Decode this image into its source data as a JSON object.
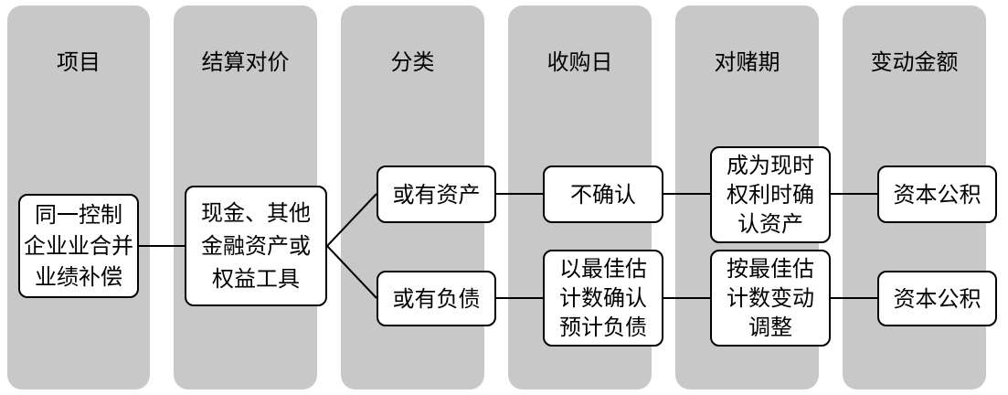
{
  "columns": [
    {
      "header": "项目"
    },
    {
      "header": "结算对价"
    },
    {
      "header": "分类"
    },
    {
      "header": "收购日"
    },
    {
      "header": "对赌期"
    },
    {
      "header": "变动金额"
    }
  ],
  "nodes": {
    "item": "同一控制\n企业业合并\n业绩补偿",
    "consideration": "现金、其他\n金融资产或\n权益工具",
    "contingent_asset": "或有资产",
    "contingent_liability": "或有负债",
    "not_recognized": "不确认",
    "estimate_liability": "以最佳估\n计数确认\n预计负债",
    "present_right": "成为现时\n权利时确\n认资产",
    "adjust_estimate": "按最佳估\n计数变动\n调整",
    "capital_reserve_top": "资本公积",
    "capital_reserve_bottom": "资本公积"
  }
}
